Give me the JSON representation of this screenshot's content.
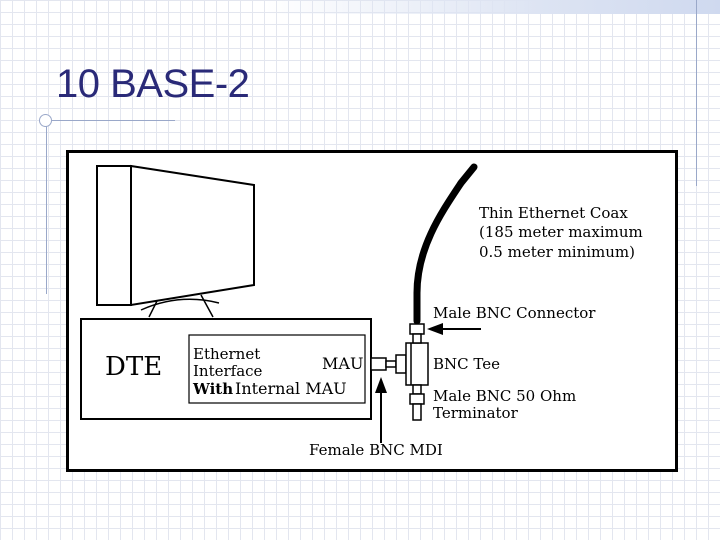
{
  "slide": {
    "title": "10 BASE-2"
  },
  "diagram": {
    "dte_label": "DTE",
    "interface_lines": [
      "Ethernet",
      "Interface",
      "With",
      "Internal MAU"
    ],
    "mau_label": "MAU",
    "coax_lines": [
      "Thin Ethernet Coax",
      "(185 meter maximum",
      "0.5 meter minimum)"
    ],
    "male_bnc_connector": "Male BNC Connector",
    "bnc_tee": "BNC Tee",
    "terminator_lines": [
      "Male BNC 50 Ohm",
      "Terminator"
    ],
    "female_bnc_mdi": "Female BNC MDI"
  }
}
